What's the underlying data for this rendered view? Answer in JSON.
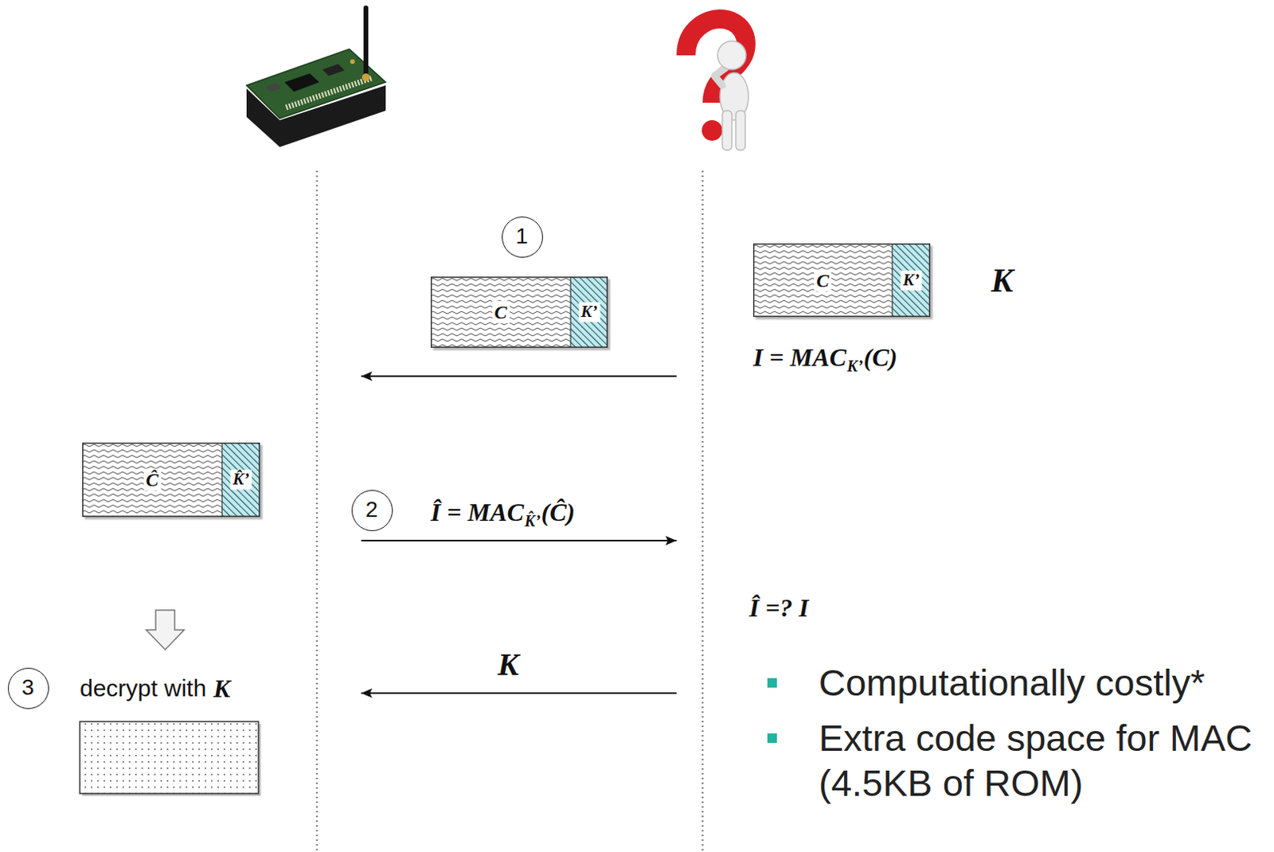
{
  "diagram": {
    "nodes": [
      {
        "text": [
          "1"
        ]
      },
      {
        "text": [
          "C",
          "K’"
        ]
      },
      {
        "text": [
          "C",
          "K’"
        ]
      },
      {
        "text": [
          "Ĉ",
          "K̂’"
        ]
      },
      {
        "text": [
          "2"
        ]
      },
      {
        "text": [
          "3"
        ]
      }
    ],
    "labels": [
      "K",
      "I = MAC",
      "K’",
      "(C)",
      "Î = MAC",
      "K̂’",
      "(Ĉ)",
      "Î =? I",
      "K",
      "decrypt with",
      "K",
      "Computationally costly*",
      "Extra code space for MAC (4.5KB of ROM)"
    ]
  }
}
